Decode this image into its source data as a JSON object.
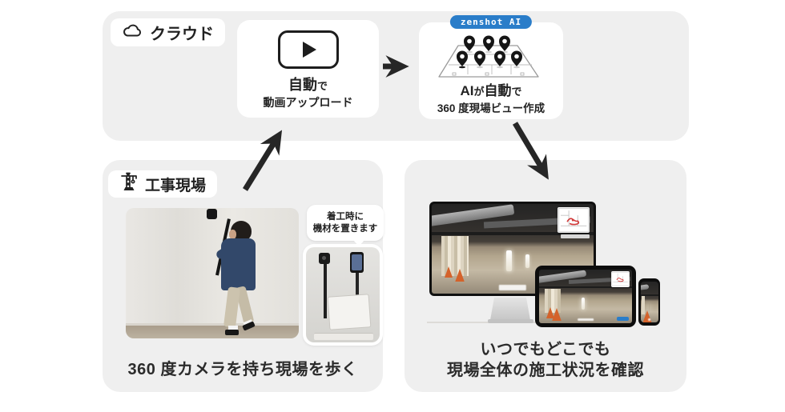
{
  "colors": {
    "badge_blue": "#2a7dc9",
    "panel_gray": "#efefef",
    "arrow_dark": "#262626"
  },
  "cloud": {
    "label": "クラウド",
    "upload": {
      "title_em": "自動",
      "title_suffix": "で",
      "subtitle": "動画アップロード"
    },
    "ai": {
      "badge": "zenshot AI",
      "l1a": "AI",
      "l1b": "が",
      "l1c": "自動",
      "l1d": "で",
      "line2": "360 度現場ビュー作成"
    }
  },
  "site": {
    "label": "工事現場",
    "callout_line1": "着工時に",
    "callout_line2": "機材を置きます",
    "caption": "360 度カメラを持ち現場を歩く"
  },
  "view": {
    "caption_line1": "いつでもどこでも",
    "caption_line2": "現場全体の施工状況を確認"
  }
}
